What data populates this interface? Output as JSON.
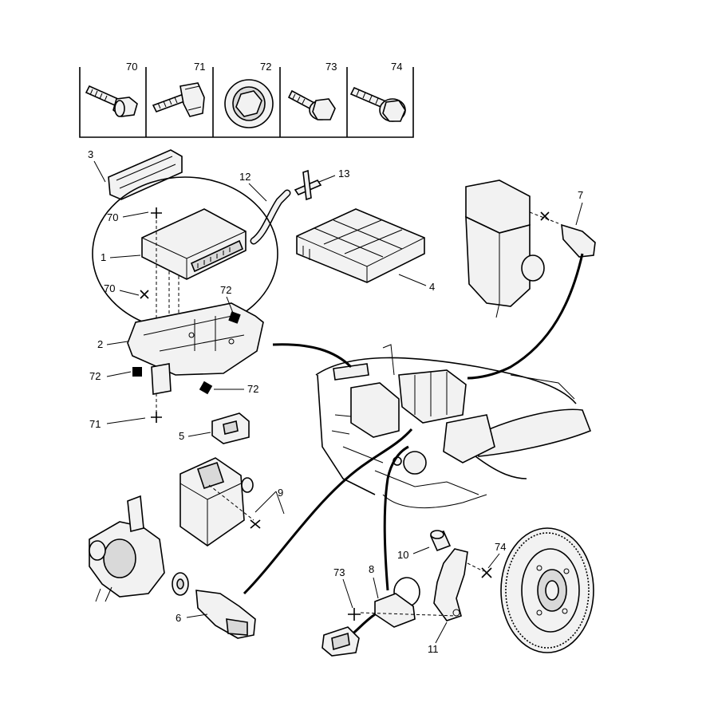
{
  "fastener_header": [
    "70",
    "71",
    "72",
    "73",
    "74"
  ],
  "callouts": {
    "c1": "1",
    "c2": "2",
    "c3": "3",
    "c4": "4",
    "c5": "5",
    "c6": "6",
    "c7": "7",
    "c8": "8",
    "c9": "9",
    "c10": "10",
    "c11": "11",
    "c12": "12",
    "c13": "13",
    "c70a": "70",
    "c70b": "70",
    "c72a": "72",
    "c72b": "72",
    "c72c": "72",
    "c71": "71",
    "c73": "73",
    "c74": "74"
  },
  "icons": [
    "screw-icon",
    "bolt-icon",
    "nut-icon",
    "washer-screw-icon",
    "flange-bolt-icon"
  ],
  "colors": {
    "ink": "#000000",
    "paper": "#ffffff",
    "fill": "#f2f2f2",
    "shade": "#d9d9d9"
  },
  "highlight": "circled engine control unit (part 1)"
}
